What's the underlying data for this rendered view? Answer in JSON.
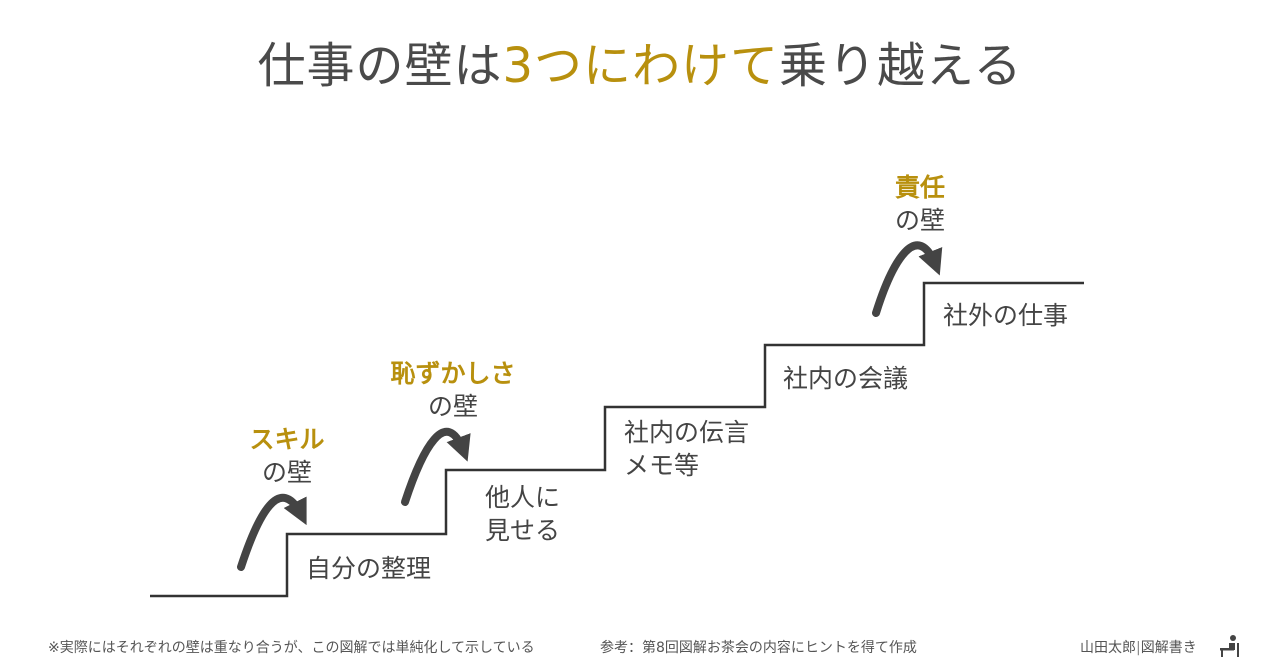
{
  "title": {
    "part1": "仕事の壁は",
    "highlight": "3つにわけて",
    "part2": "乗り越える"
  },
  "walls": [
    {
      "name": "スキル",
      "suffix": "の壁"
    },
    {
      "name": "恥ずかしさ",
      "suffix": "の壁"
    },
    {
      "name": "責任",
      "suffix": "の壁"
    }
  ],
  "steps": [
    {
      "lines": [
        "自分の整理"
      ]
    },
    {
      "lines": [
        "他人に",
        "見せる"
      ]
    },
    {
      "lines": [
        "社内の伝言",
        "メモ等"
      ]
    },
    {
      "lines": [
        "社内の会議"
      ]
    },
    {
      "lines": [
        "社外の仕事"
      ]
    }
  ],
  "footer": {
    "note": "※実際にはそれぞれの壁は重なり合うが、この図解では単純化して示している",
    "reference": "参考：第8回図解お茶会の内容にヒントを得て作成",
    "author": "山田太郎",
    "separator": "|",
    "brand": "図解書き"
  },
  "colors": {
    "accent": "#b8900e",
    "text": "#444444",
    "line": "#333333"
  }
}
